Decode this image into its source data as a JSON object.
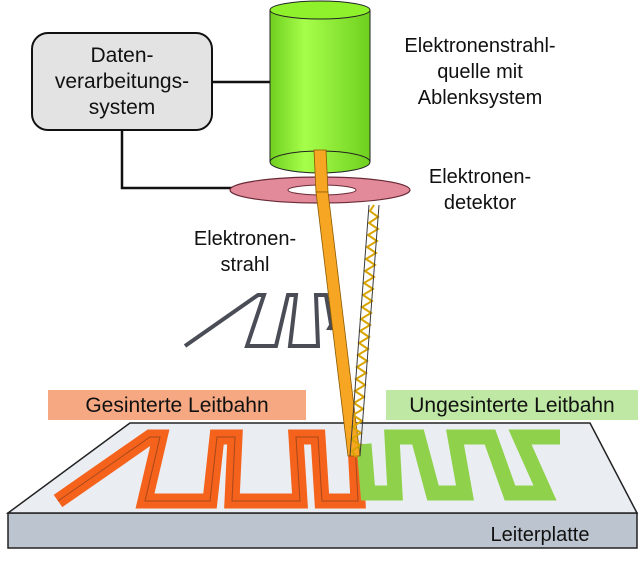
{
  "labels": {
    "processing_system": [
      "Daten-",
      "verarbeitungs-",
      "system"
    ],
    "beam_source": [
      "Elektronenstrahl-",
      "quelle mit",
      "Ablenksystem"
    ],
    "detector": [
      "Elektronen-",
      "detektor"
    ],
    "beam": [
      "Elektronen-",
      "strahl"
    ],
    "sintered_track": "Gesinterte Leitbahn",
    "unsintered_track": "Ungesinterte Leitbahn",
    "circuit_board": "Leiterplatte"
  },
  "colors": {
    "board_top": "#eaeef3",
    "board_side": "#bcc4cf",
    "sintered_track": "#f4621c",
    "unsintered_track": "#8fd14a",
    "sintered_label_bg": "#f6a882",
    "unsintered_label_bg": "#bfe8a4",
    "beam_source": "#8ef12c",
    "detector": "#e28a9a",
    "beam": "#f7a623",
    "processing_box": "#e3e3e3",
    "scan_path": "#4a4d56"
  }
}
